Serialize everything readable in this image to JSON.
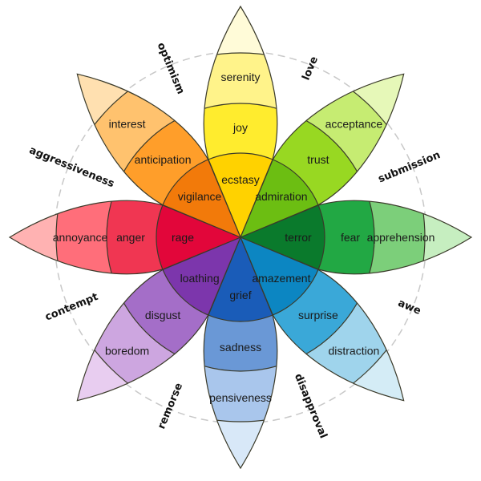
{
  "petals": [
    {
      "id": "joy-petal",
      "emotions": [
        "serenity",
        "joy",
        "ecstasy"
      ],
      "colors": {
        "tip": "#fffbd8",
        "outer": "#fff38a",
        "middle": "#ffec2e",
        "inner": "#ffd200"
      }
    },
    {
      "id": "trust-petal",
      "emotions": [
        "acceptance",
        "trust",
        "admiration"
      ],
      "colors": {
        "tip": "#e6f8b8",
        "outer": "#c6ec72",
        "middle": "#98d822",
        "inner": "#6cbe12"
      }
    },
    {
      "id": "fear-petal",
      "emotions": [
        "apprehension",
        "fear",
        "terror"
      ],
      "colors": {
        "tip": "#c6eec0",
        "outer": "#7ccf7a",
        "middle": "#22a844",
        "inner": "#0a7a2c"
      }
    },
    {
      "id": "surprise-petal",
      "emotions": [
        "distraction",
        "surprise",
        "amazement"
      ],
      "colors": {
        "tip": "#d4ecf6",
        "outer": "#9fd4ec",
        "middle": "#3aa8d8",
        "inner": "#0c86c2"
      }
    },
    {
      "id": "sadness-petal",
      "emotions": [
        "pensiveness",
        "sadness",
        "grief"
      ],
      "colors": {
        "tip": "#d8e8f8",
        "outer": "#a9c6ec",
        "middle": "#6a98d6",
        "inner": "#1a5cb8"
      }
    },
    {
      "id": "disgust-petal",
      "emotions": [
        "boredom",
        "disgust",
        "loathing"
      ],
      "colors": {
        "tip": "#e8cdf0",
        "outer": "#cda6e0",
        "middle": "#a46ec8",
        "inner": "#7c36ac"
      }
    },
    {
      "id": "anger-petal",
      "emotions": [
        "annoyance",
        "anger",
        "rage"
      ],
      "colors": {
        "tip": "#ffb2b2",
        "outer": "#ff6e7a",
        "middle": "#f03652",
        "inner": "#e2063a"
      }
    },
    {
      "id": "anticipation-petal",
      "emotions": [
        "interest",
        "anticipation",
        "vigilance"
      ],
      "colors": {
        "tip": "#ffe0b0",
        "outer": "#ffc26e",
        "middle": "#ff9e2a",
        "inner": "#f27a0a"
      }
    }
  ],
  "dyads": [
    "love",
    "submission",
    "awe",
    "disapproval",
    "remorse",
    "contempt",
    "aggressiveness",
    "optimism"
  ],
  "outline_color": "#3a3a2a",
  "dashed_circle_color": "#c8c8c8"
}
